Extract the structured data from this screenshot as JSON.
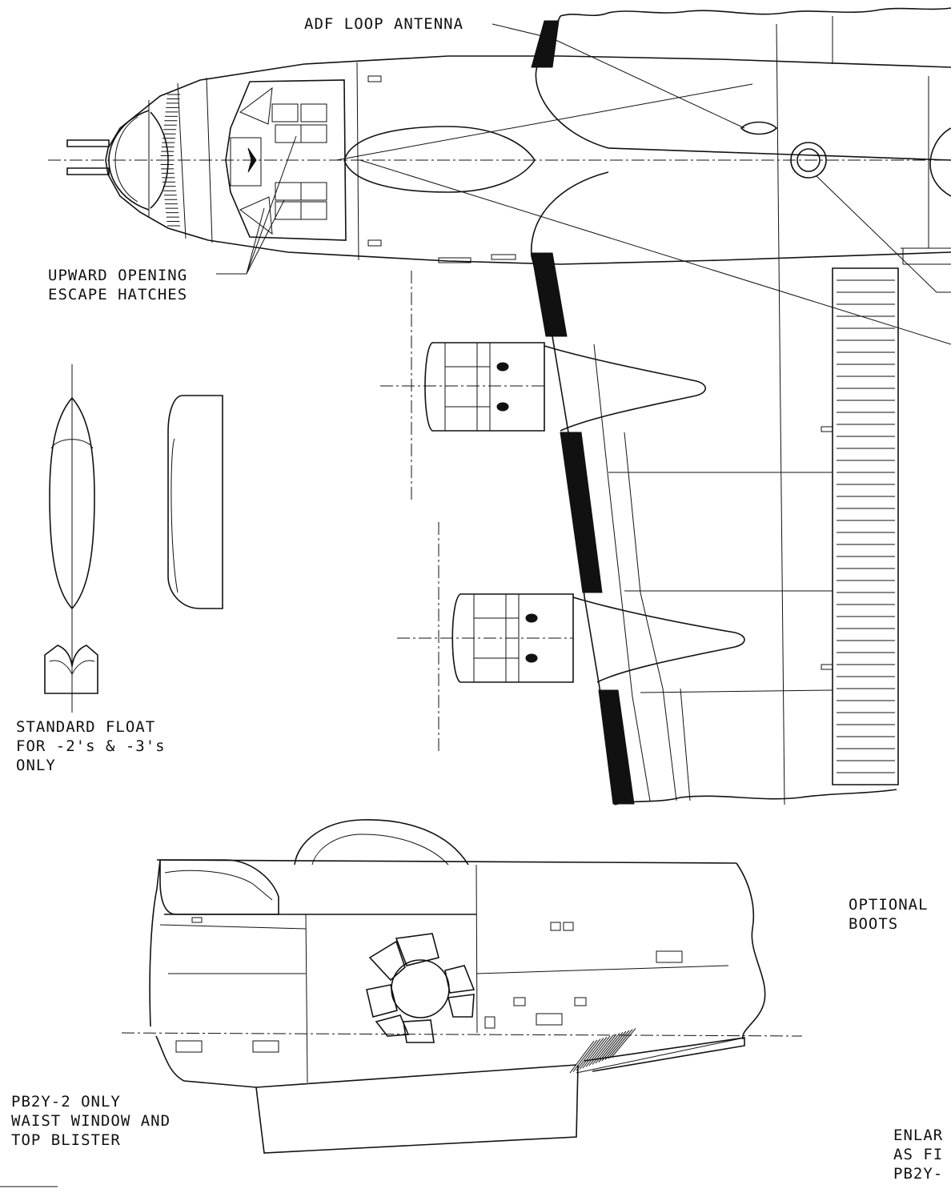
{
  "labels": {
    "adf_loop_antenna": "ADF LOOP ANTENNA",
    "upward_opening_escape_hatches": [
      "UPWARD OPENING",
      "ESCAPE HATCHES"
    ],
    "standard_float": [
      "STANDARD FLOAT",
      "FOR -2's & -3's",
      "ONLY"
    ],
    "optional_boots": [
      "OPTIONAL",
      "BOOTS"
    ],
    "pb2y2_only": [
      "PB2Y-2 ONLY",
      "WAIST WINDOW AND",
      "TOP BLISTER"
    ],
    "enlarged_cropped": [
      "ENLAR",
      "AS FI",
      "PB2Y-"
    ]
  },
  "colors": {
    "ink": "#111111",
    "paper": "#ffffff"
  }
}
